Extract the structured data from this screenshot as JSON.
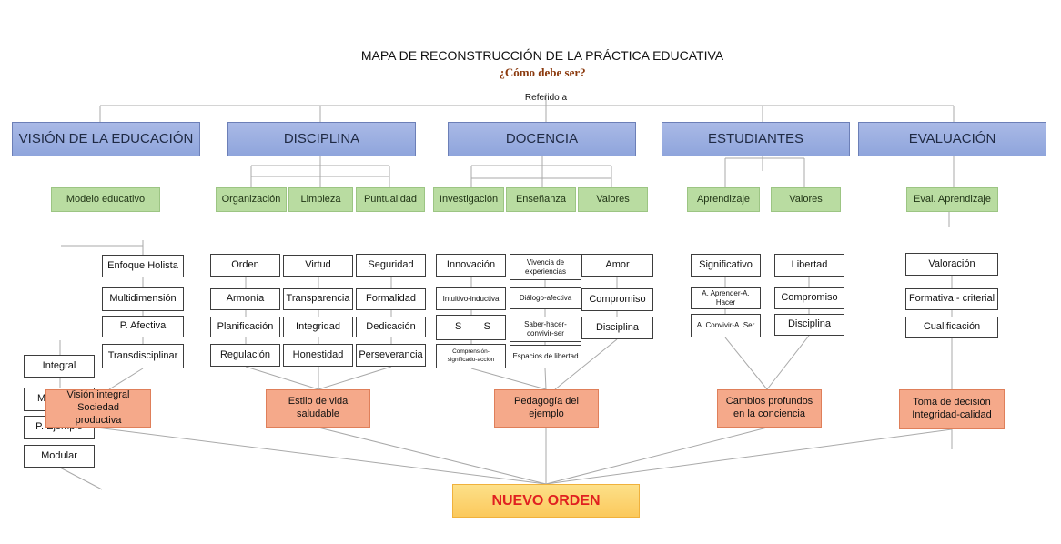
{
  "title": "MAPA DE RECONSTRUCCIÓN DE LA PRÁCTICA  EDUCATIVA",
  "subtitle": "¿Cómo debe ser?",
  "referido": "Referido a",
  "headers": {
    "vision": "VISIÓN DE LA EDUCACIÓN",
    "disciplina": "DISCIPLINA",
    "docencia": "DOCENCIA",
    "estudiantes": "ESTUDIANTES",
    "evaluacion": "EVALUACIÓN"
  },
  "vision": {
    "sub": "Modelo educativo",
    "items": [
      "Enfoque Holista",
      "Multidimensión",
      "P. Afectiva",
      "Transdisciplinar"
    ],
    "left_items": [
      "Integral",
      "M",
      "P. Ejemplo",
      "Modular"
    ],
    "result": "Visión integral Sociedad productiva"
  },
  "disciplina": {
    "subs": [
      "Organización",
      "Limpieza",
      "Puntualidad"
    ],
    "col1": [
      "Orden",
      "Armonía",
      "Planificación",
      "Regulación"
    ],
    "col2": [
      "Virtud",
      "Transparencia",
      "Integridad",
      "Honestidad"
    ],
    "col3": [
      "Seguridad",
      "Formalidad",
      "Dedicación",
      "Perseverancia"
    ],
    "result": "Estilo de vida saludable"
  },
  "docencia": {
    "subs": [
      "Investigación",
      "Enseñanza",
      "Valores"
    ],
    "col1": [
      "Innovación",
      "Intuitivo-inductiva",
      "S",
      "S",
      "Comprensión-significado-acción"
    ],
    "col2": [
      "Vivencia de experiencias",
      "Diálogo-afectiva",
      "Saber-hacer-convivir-ser",
      "Espacios de libertad"
    ],
    "col3": [
      "Amor",
      "Compromiso",
      "Disciplina"
    ],
    "result": "Pedagogía del ejemplo"
  },
  "estudiantes": {
    "subs": [
      "Aprendizaje",
      "Valores"
    ],
    "col1": [
      "Significativo",
      "A. Aprender-A. Hacer",
      "A. Convivir-A. Ser"
    ],
    "col2": [
      "Libertad",
      "Compromiso",
      "Disciplina"
    ],
    "result": "Cambios profundos en la conciencia"
  },
  "evaluacion": {
    "sub": "Eval. Aprendizaje",
    "items": [
      "Valoración",
      "Formativa - criterial",
      "Cualificación"
    ],
    "result": "Toma de decisión Integridad-calidad"
  },
  "final": "NUEVO ORDEN",
  "colors": {
    "header": "#8fa5dc",
    "sub": "#b9dca1",
    "result": "#f5a98a",
    "final_bg": "#fbc95c",
    "final_text": "#e02020",
    "subtitle": "#8b3a0e"
  }
}
